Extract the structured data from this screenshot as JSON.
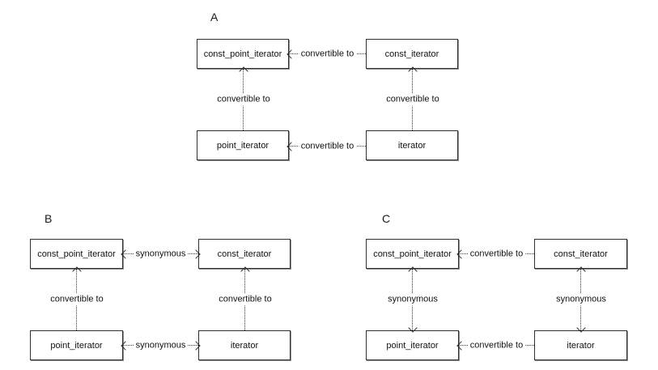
{
  "colors": {
    "background": "#ffffff",
    "box_border": "#2f2f2f",
    "box_shadow": "#8f8f8f",
    "line": "#3c3c3c",
    "text": "#111111"
  },
  "diagrams": [
    {
      "letter": "A",
      "nodes": {
        "top_left": "const_point_iterator",
        "top_right": "const_iterator",
        "bottom_left": "point_iterator",
        "bottom_right": "iterator"
      },
      "edges": {
        "top": {
          "label": "convertible to",
          "direction": "right-to-left"
        },
        "left": {
          "label": "convertible to",
          "direction": "bottom-to-top"
        },
        "right": {
          "label": "convertible to",
          "direction": "bottom-to-top"
        },
        "bottom": {
          "label": "convertible to",
          "direction": "right-to-left"
        }
      }
    },
    {
      "letter": "B",
      "nodes": {
        "top_left": "const_point_iterator",
        "top_right": "const_iterator",
        "bottom_left": "point_iterator",
        "bottom_right": "iterator"
      },
      "edges": {
        "top": {
          "label": "synonymous",
          "direction": "bidirectional"
        },
        "left": {
          "label": "convertible to",
          "direction": "bottom-to-top"
        },
        "right": {
          "label": "convertible to",
          "direction": "bottom-to-top"
        },
        "bottom": {
          "label": "synonymous",
          "direction": "bidirectional"
        }
      }
    },
    {
      "letter": "C",
      "nodes": {
        "top_left": "const_point_iterator",
        "top_right": "const_iterator",
        "bottom_left": "point_iterator",
        "bottom_right": "iterator"
      },
      "edges": {
        "top": {
          "label": "convertible to",
          "direction": "right-to-left"
        },
        "left": {
          "label": "synonymous",
          "direction": "bidirectional"
        },
        "right": {
          "label": "synonymous",
          "direction": "bidirectional"
        },
        "bottom": {
          "label": "convertible to",
          "direction": "right-to-left"
        }
      }
    }
  ]
}
